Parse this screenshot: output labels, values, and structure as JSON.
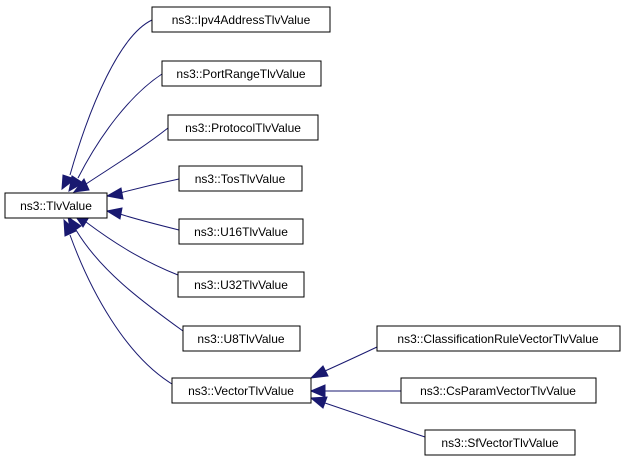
{
  "diagram": {
    "colors": {
      "edge": "#191970",
      "node_border": "#000000",
      "node_fill": "#ffffff"
    },
    "nodes": {
      "tlv_value": "ns3::TlvValue",
      "ipv4_address_tlv_value": "ns3::Ipv4AddressTlvValue",
      "port_range_tlv_value": "ns3::PortRangeTlvValue",
      "protocol_tlv_value": "ns3::ProtocolTlvValue",
      "tos_tlv_value": "ns3::TosTlvValue",
      "u16_tlv_value": "ns3::U16TlvValue",
      "u32_tlv_value": "ns3::U32TlvValue",
      "u8_tlv_value": "ns3::U8TlvValue",
      "vector_tlv_value": "ns3::VectorTlvValue",
      "classification_rule_vector_tlv_value": "ns3::ClassificationRuleVectorTlvValue",
      "cs_param_vector_tlv_value": "ns3::CsParamVectorTlvValue",
      "sf_vector_tlv_value": "ns3::SfVectorTlvValue"
    },
    "edges": [
      {
        "from": "ipv4_address_tlv_value",
        "to": "tlv_value"
      },
      {
        "from": "port_range_tlv_value",
        "to": "tlv_value"
      },
      {
        "from": "protocol_tlv_value",
        "to": "tlv_value"
      },
      {
        "from": "tos_tlv_value",
        "to": "tlv_value"
      },
      {
        "from": "u16_tlv_value",
        "to": "tlv_value"
      },
      {
        "from": "u32_tlv_value",
        "to": "tlv_value"
      },
      {
        "from": "u8_tlv_value",
        "to": "tlv_value"
      },
      {
        "from": "vector_tlv_value",
        "to": "tlv_value"
      },
      {
        "from": "classification_rule_vector_tlv_value",
        "to": "vector_tlv_value"
      },
      {
        "from": "cs_param_vector_tlv_value",
        "to": "vector_tlv_value"
      },
      {
        "from": "sf_vector_tlv_value",
        "to": "vector_tlv_value"
      }
    ]
  }
}
